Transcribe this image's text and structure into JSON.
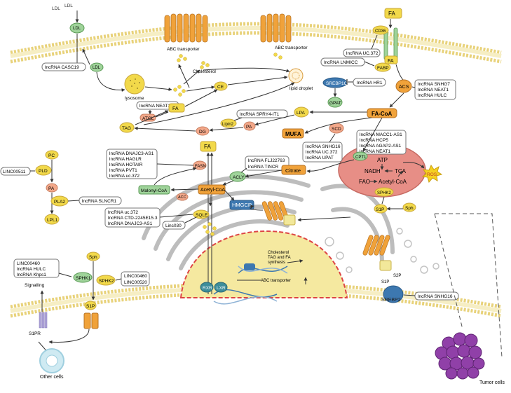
{
  "boxes": {
    "casc19": "lncRNA CASC19",
    "uc372_top": "lncRNA UC.372",
    "lnmicc": "lncRNA LNMICC",
    "hr1": "lncRNA HR1",
    "acs_group": [
      "lncRNA SNHG7",
      "lncRNA NEAT1",
      "lncRNA HULC"
    ],
    "neat1": "lncRNA NEAT1",
    "spry4": "lncRNA SPRY4-IT1",
    "cpt1_group": [
      "lncRNA MACC1-AS1",
      "lncRNA HCP5",
      "lncRNA AGAP2-AS1",
      "lncRNA NEAT1"
    ],
    "scd_group": [
      "lncRNA SNHG16",
      "lncRNA UC.372",
      "lncRNA UPAT"
    ],
    "fasn_group": [
      "lncRNA DNAJC3-AS1",
      "lncRNA HAGLR",
      "lncRNA HOTAIR",
      "lncRNA PVT1",
      "lncRNA uc.372"
    ],
    "acly_group": [
      "lncRNA FLJ22763",
      "lncRNA TINCR"
    ],
    "linc00511": "LINC00511",
    "slncr1": "lncRNA SLNCR1",
    "sqle_group": [
      "lncRNA uc.372",
      "lncRNA CTD-2245E15.3",
      "lncRNA DNAJC3-AS1"
    ],
    "linc030": "Linc030",
    "sphk1_group": [
      "LINC00460",
      "lncRNA HULC",
      "lncRNA Khps1"
    ],
    "sphk2_group": [
      "LINC00460",
      "LINC00520"
    ],
    "snhg16": "lncRNA SNHG16"
  },
  "labels": {
    "ldl1": "LDL",
    "ldl2": "LDL",
    "ldl3": "LDL",
    "ldl4": "LDL",
    "abc1": "ABC transporter",
    "abc2": "ABC transporter",
    "cholesterol": "Cholesterol",
    "lysosome": "lysosome",
    "ce": "CE",
    "lipid_droplet": "lipid droplet",
    "atgl": "ATGL",
    "fa_mid": "FA",
    "tag": "TAG",
    "dg": "DG",
    "pa_mid": "PA",
    "lipin2": "Lipin2",
    "lpa": "LPA",
    "facoa": "FA-CoA",
    "fa_top": "FA",
    "cd36": "CD36",
    "fa_top2": "FA",
    "fabp": "FABP",
    "srebp1c": "SREBP1C",
    "gpat": "GPAT",
    "acs": "ACS",
    "mufa": "MUFA",
    "scd": "SCD",
    "cpt1": "CPT1",
    "atp": "ATP",
    "nadh": "NADH",
    "tca": "TCA",
    "ros": "ROS",
    "fao": "FAO",
    "acetylcoa_mito": "Acetyl-CoA",
    "sphk2_r": "SPHK2",
    "sph_r": "Sph",
    "s1p_r": "S1P",
    "fa_center": "FA",
    "fasn": "FASN",
    "acly": "ACLY",
    "citrate": "Citrate",
    "malonyl": "Malonyl-CoA",
    "acc": "ACC",
    "acetylcoa_center": "Acetyl-CoA",
    "hmgcr": "HMGCR",
    "sqle": "SQLE",
    "pc": "PC",
    "pld": "PLD",
    "pa_left": "PA",
    "pla2": "PLA2",
    "lpl1": "LPL1",
    "sph_left": "Sph",
    "sphk1": "SPHK1",
    "sphk2_left": "SPHK2",
    "s1p_left": "S1P",
    "signalling": "Signalling",
    "s1pr": "S1PR",
    "other_cells": "Other cells",
    "nucleus_text": [
      "Cholesterol",
      "TAG and FA",
      "synthesis"
    ],
    "rxr": "RXR",
    "lxr": "LXR",
    "abc_nuc": "ABC transporter",
    "s2p": "S2P",
    "s1p_golgi": "S1P",
    "srebp2": "SREBP2",
    "tumor_cells": "Tumor cells"
  },
  "colors": {
    "membrane": "#e8d27a",
    "fa_yellow": "#f2d94a",
    "orange": "#f0a23a",
    "salmon": "#f3a88a",
    "green": "#9fd39a",
    "mito": "#e78e86",
    "ros": "#f5d020",
    "blue_dark": "#3d78b0",
    "nucleus": "#f5e9a0",
    "tumor": "#9040a8"
  }
}
